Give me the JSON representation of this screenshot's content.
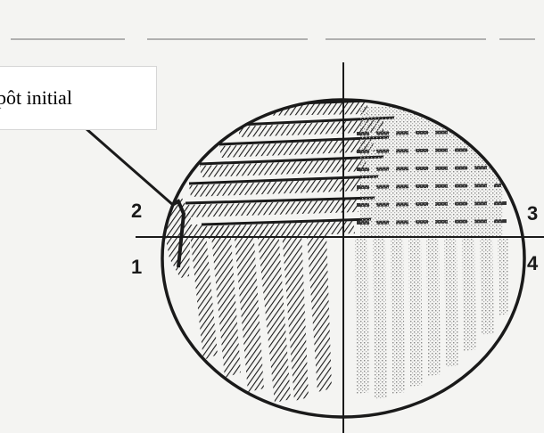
{
  "callout": {
    "text": "pôt initial"
  },
  "quadrants": [
    {
      "id": "q2",
      "label": "2"
    },
    {
      "id": "q1",
      "label": "1"
    },
    {
      "id": "q3",
      "label": "3"
    },
    {
      "id": "q4",
      "label": "4"
    }
  ],
  "colors": {
    "background": "#f4f4f2",
    "ink": "#1a1a1a",
    "light_ink": "#8a8a8a",
    "callout_bg": "#ffffff"
  }
}
